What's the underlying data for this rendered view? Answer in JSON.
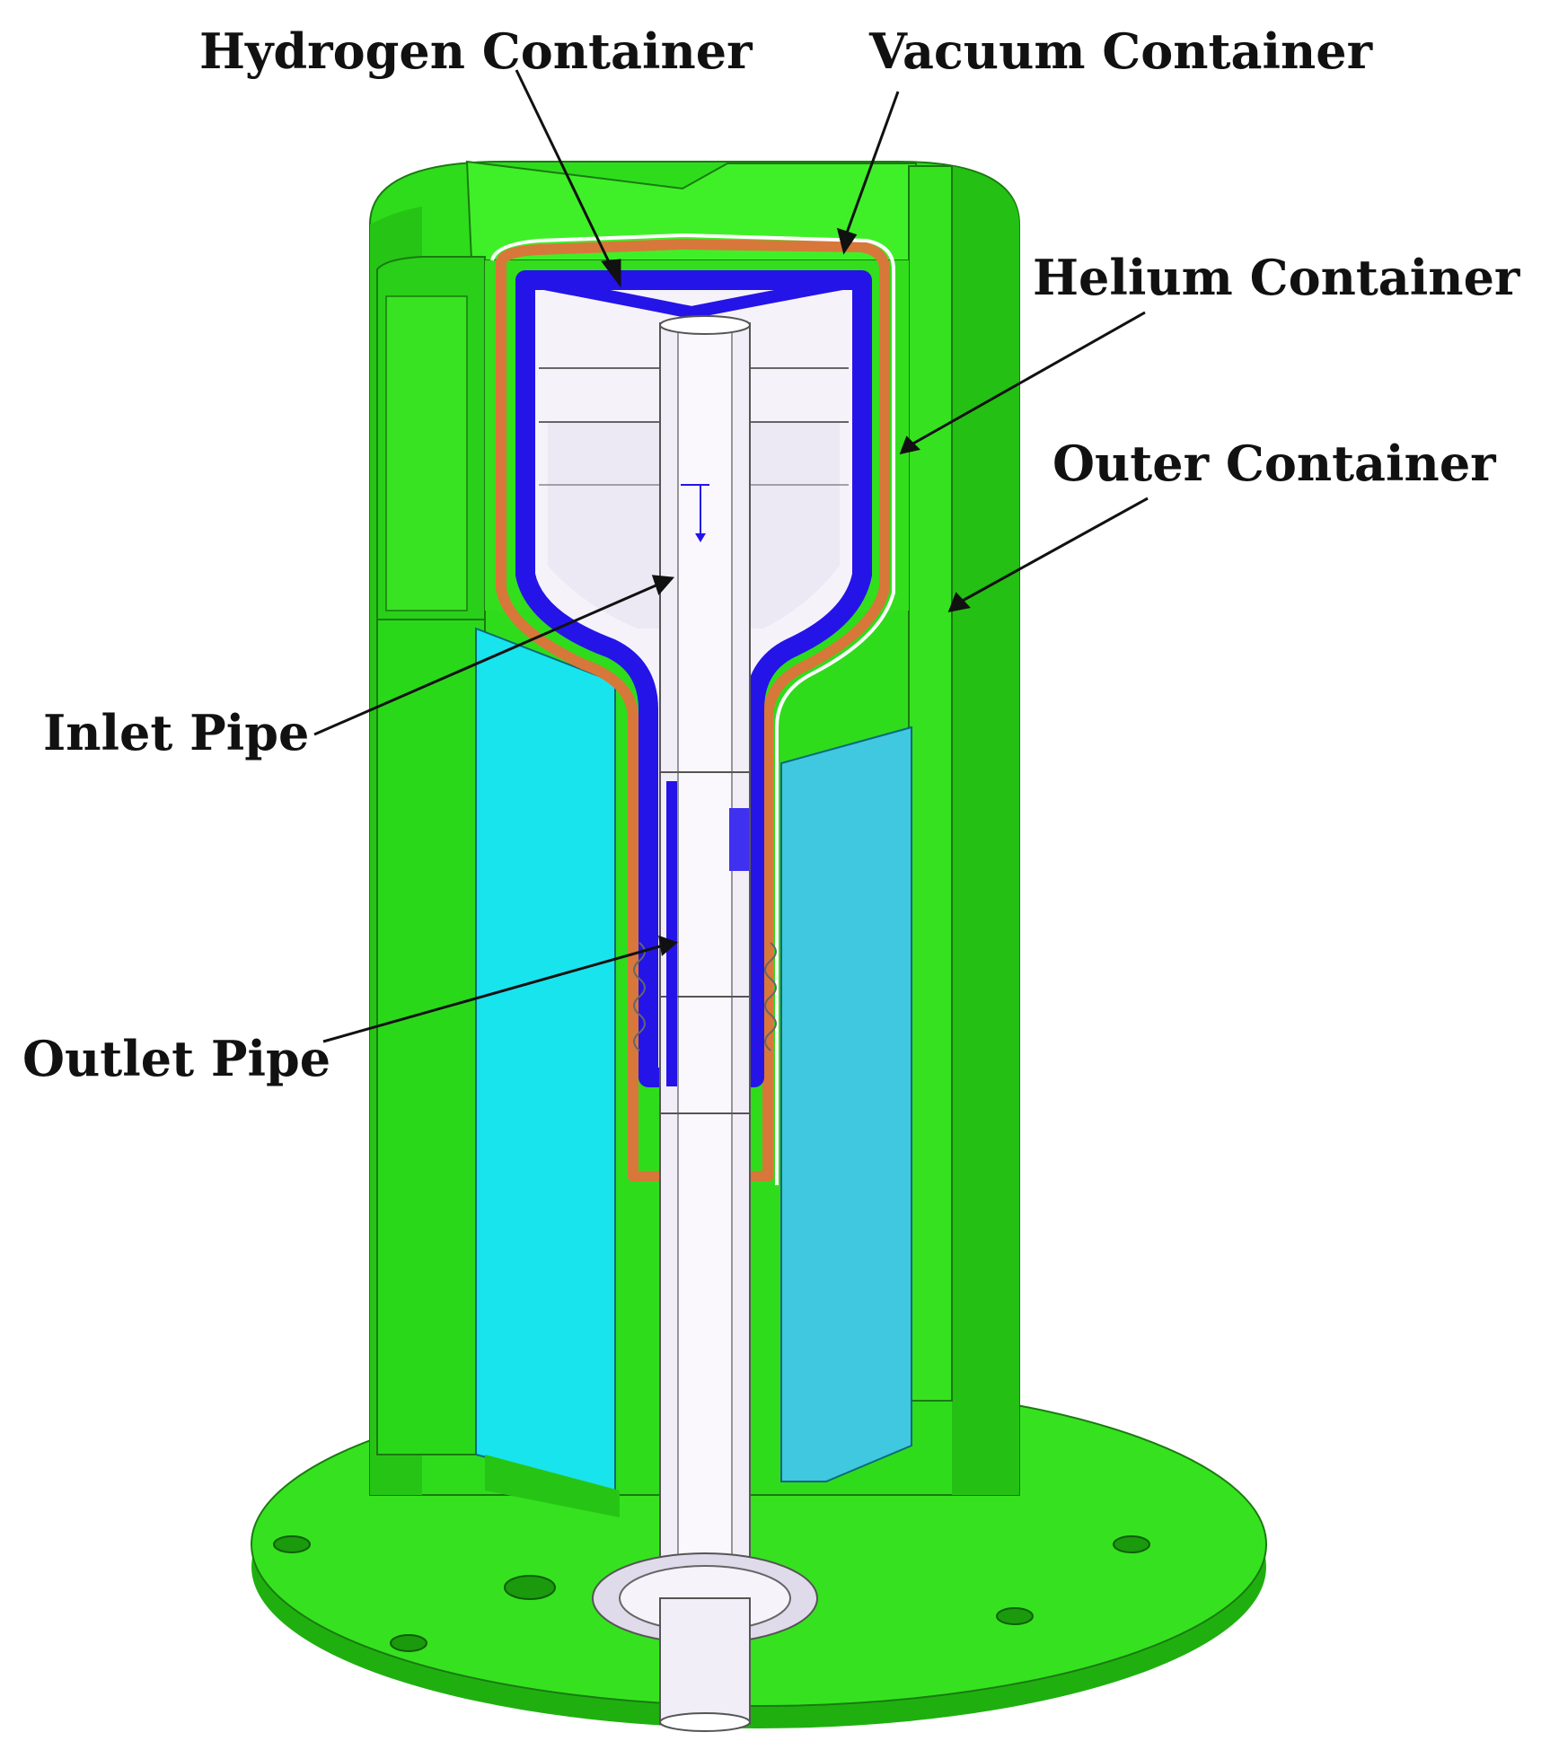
{
  "labels": {
    "hydrogen": "Hydrogen Container",
    "vacuum": "Vacuum Container",
    "helium": "Helium Container",
    "outer": "Outer Container",
    "inlet": "Inlet Pipe",
    "outlet": "Outlet Pipe"
  },
  "colors": {
    "outer_green": "#2fdc1c",
    "outer_green_dark": "#22b814",
    "outer_green_light": "#66f050",
    "helium_cyan": "#18e4ee",
    "helium_cyan_right": "#3fc8e0",
    "hydrogen_blue": "#2414e8",
    "vacuum_orange": "#d8773a",
    "pipe_white": "#f2eef8",
    "pipe_shade": "#d6d0e4",
    "line": "#222222"
  }
}
